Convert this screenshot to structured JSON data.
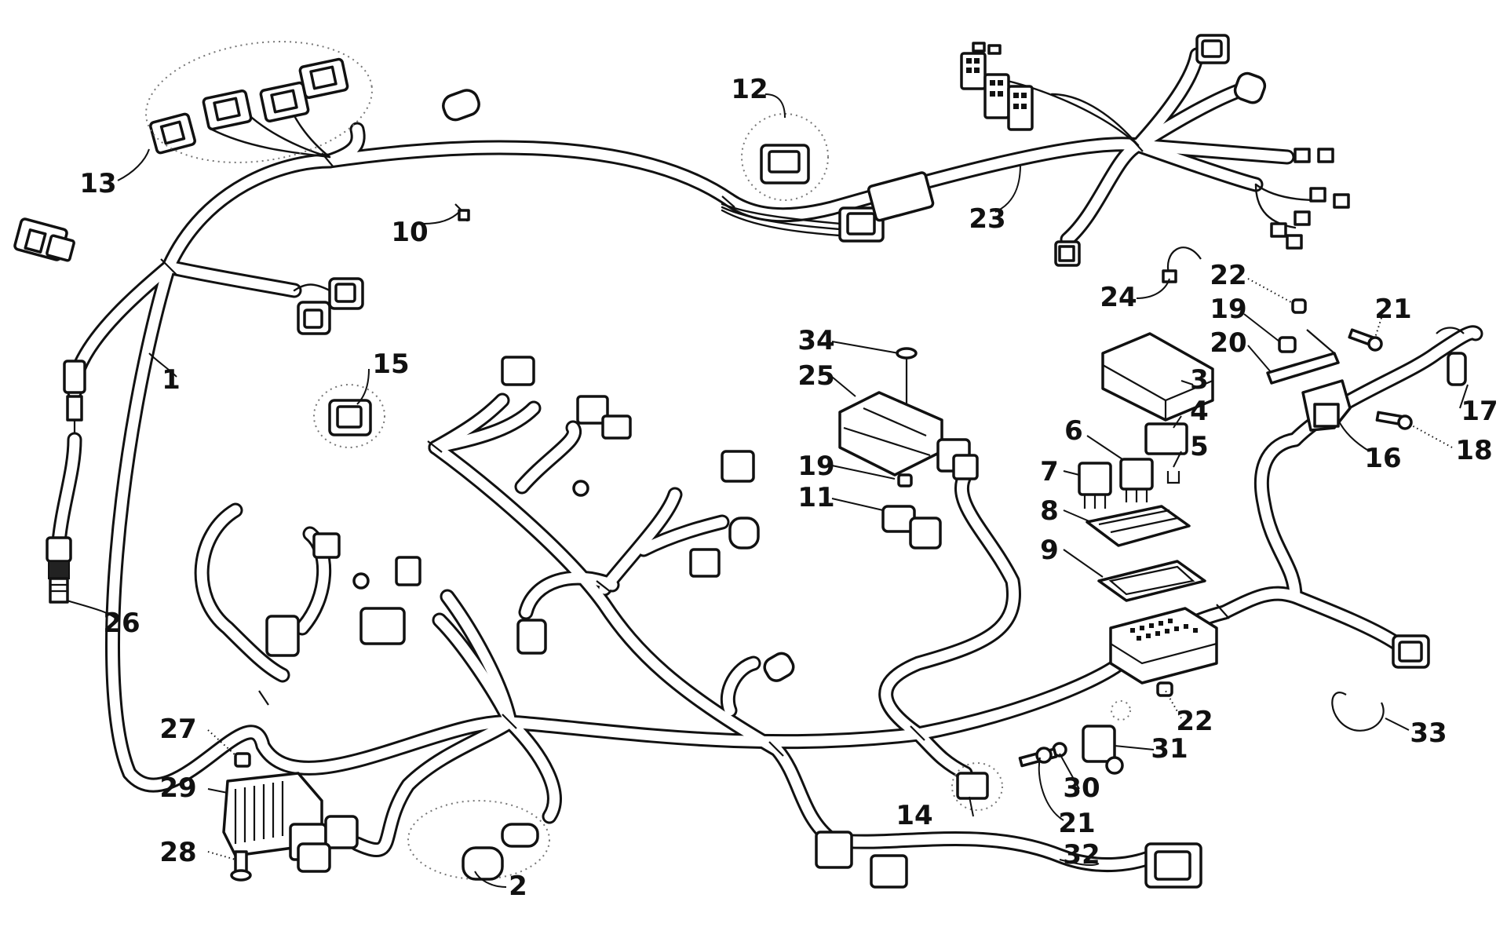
{
  "callouts": [
    {
      "id": "c1",
      "text": "1"
    },
    {
      "id": "c2",
      "text": "2"
    },
    {
      "id": "c3",
      "text": "3"
    },
    {
      "id": "c4",
      "text": "4"
    },
    {
      "id": "c5",
      "text": "5"
    },
    {
      "id": "c6",
      "text": "6"
    },
    {
      "id": "c7",
      "text": "7"
    },
    {
      "id": "c8",
      "text": "8"
    },
    {
      "id": "c9",
      "text": "9"
    },
    {
      "id": "c10",
      "text": "10"
    },
    {
      "id": "c11",
      "text": "11"
    },
    {
      "id": "c12",
      "text": "12"
    },
    {
      "id": "c13",
      "text": "13"
    },
    {
      "id": "c14",
      "text": "14"
    },
    {
      "id": "c15",
      "text": "15"
    },
    {
      "id": "c16",
      "text": "16"
    },
    {
      "id": "c17",
      "text": "17"
    },
    {
      "id": "c18",
      "text": "18"
    },
    {
      "id": "c19a",
      "text": "19"
    },
    {
      "id": "c19b",
      "text": "19"
    },
    {
      "id": "c20",
      "text": "20"
    },
    {
      "id": "c21a",
      "text": "21"
    },
    {
      "id": "c21b",
      "text": "21"
    },
    {
      "id": "c22a",
      "text": "22"
    },
    {
      "id": "c22b",
      "text": "22"
    },
    {
      "id": "c23",
      "text": "23"
    },
    {
      "id": "c24",
      "text": "24"
    },
    {
      "id": "c25",
      "text": "25"
    },
    {
      "id": "c26",
      "text": "26"
    },
    {
      "id": "c27",
      "text": "27"
    },
    {
      "id": "c28",
      "text": "28"
    },
    {
      "id": "c29",
      "text": "29"
    },
    {
      "id": "c30",
      "text": "30"
    },
    {
      "id": "c31",
      "text": "31"
    },
    {
      "id": "c32",
      "text": "32"
    },
    {
      "id": "c33",
      "text": "33"
    },
    {
      "id": "c34",
      "text": "34"
    }
  ]
}
